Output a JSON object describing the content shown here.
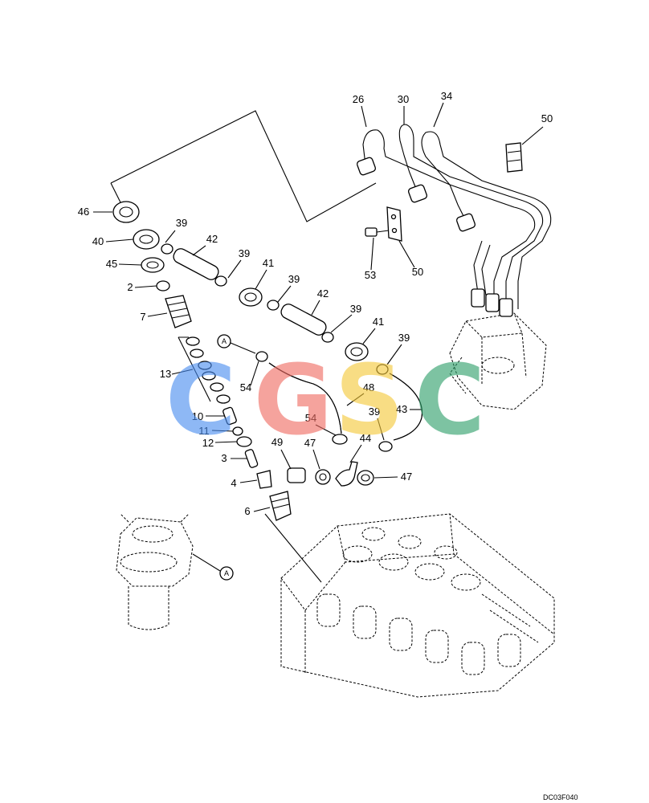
{
  "drawing_code": "DC03F040",
  "reference_marker": "A",
  "watermark": {
    "letters": [
      "C",
      "G",
      "S",
      "C"
    ],
    "colors": [
      "#4a8df0",
      "#ef6b62",
      "#f5c93a",
      "#2ea06a"
    ]
  },
  "callouts": [
    "46",
    "39",
    "42",
    "40",
    "45",
    "2",
    "7",
    "39",
    "41",
    "39",
    "42",
    "39",
    "41",
    "39",
    "13",
    "54",
    "48",
    "10",
    "11",
    "12",
    "3",
    "4",
    "6",
    "54",
    "39",
    "43",
    "49",
    "47",
    "44",
    "47",
    "26",
    "30",
    "34",
    "50",
    "53",
    "50"
  ]
}
